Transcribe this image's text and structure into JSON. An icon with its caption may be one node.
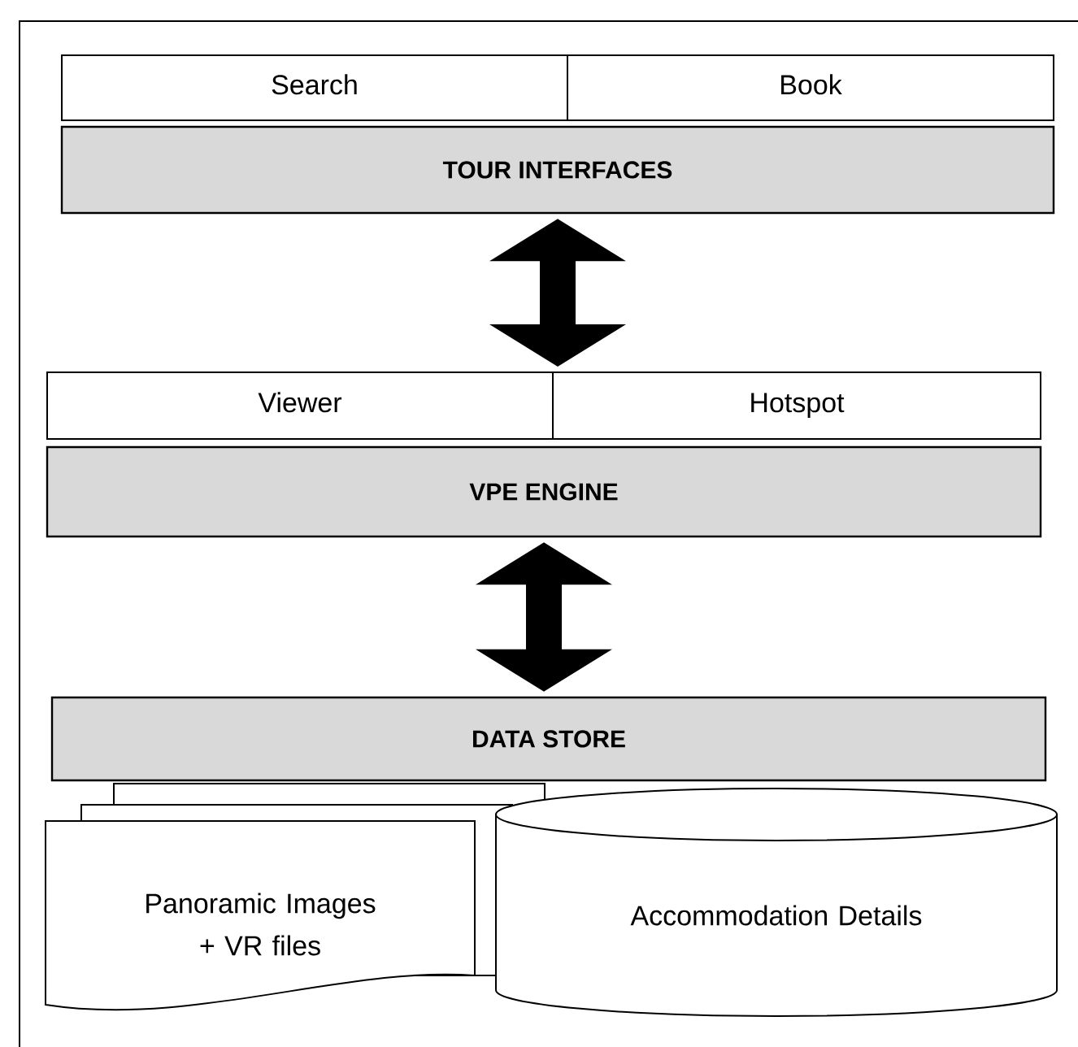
{
  "diagram": {
    "nodes": [
      {
        "text": [
          "Search"
        ]
      },
      {
        "text": [
          "Book"
        ]
      },
      {
        "text": [
          "TOUR INTERFACES"
        ]
      },
      {
        "text": [
          "Viewer"
        ]
      },
      {
        "text": [
          "Hotspot"
        ]
      },
      {
        "text": [
          "VPE ENGINE"
        ]
      },
      {
        "text": [
          "DATA STORE"
        ]
      },
      {
        "text": [
          "Panoramic Images + VR files"
        ]
      },
      {
        "text": [
          "Accommodation Details"
        ]
      }
    ],
    "edges": [
      {
        "from": 2,
        "to": 3,
        "arrow": "both",
        "style": "thick"
      },
      {
        "from": 5,
        "to": 6,
        "arrow": "both",
        "style": "thick"
      }
    ]
  }
}
